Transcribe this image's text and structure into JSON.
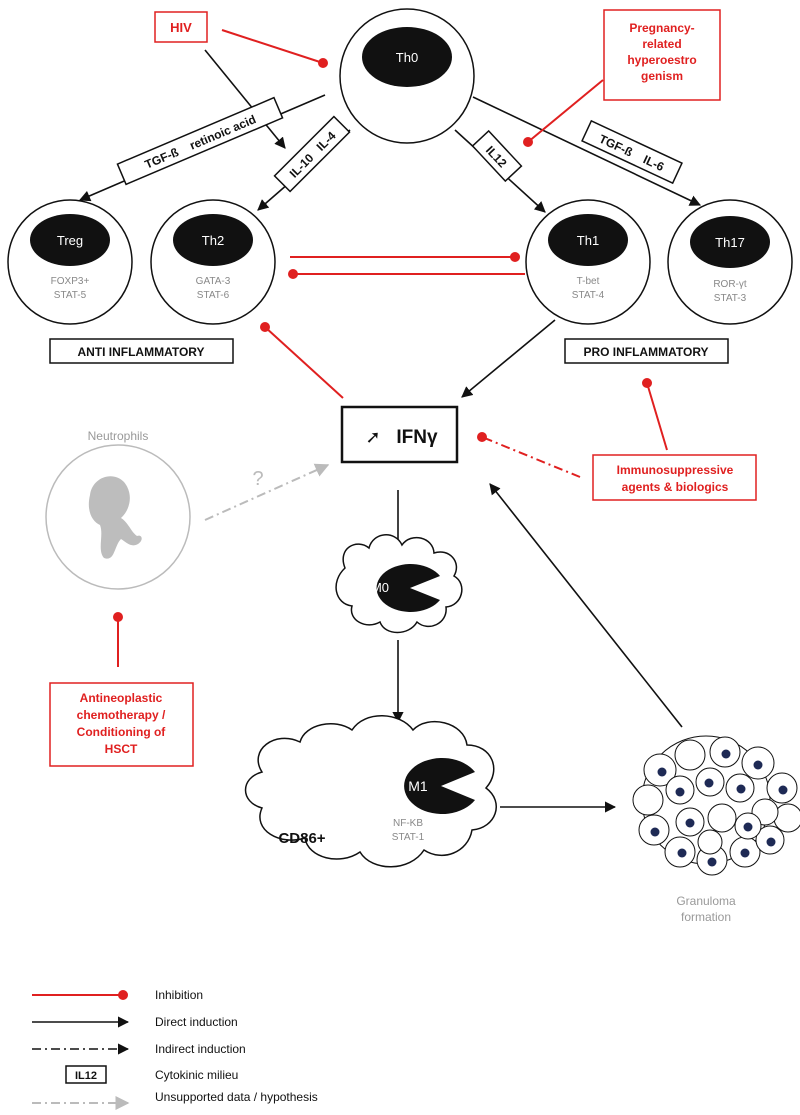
{
  "colors": {
    "red": "#e02020",
    "black": "#111111",
    "gray": "#bbbbbb",
    "gray_text": "#888888"
  },
  "cells": {
    "th0": {
      "name": "Th0"
    },
    "treg": {
      "name": "Treg",
      "line1": "FOXP3+",
      "line2": "STAT-5"
    },
    "th2": {
      "name": "Th2",
      "line1": "GATA-3",
      "line2": "STAT-6"
    },
    "th1": {
      "name": "Th1",
      "line1": "T-bet",
      "line2": "STAT-4"
    },
    "th17": {
      "name": "Th17",
      "line1": "ROR-γt",
      "line2": "STAT-3"
    },
    "neutrophils": {
      "label": "Neutrophils",
      "question": "?"
    },
    "m0": {
      "name": "M0"
    },
    "m1": {
      "name": "M1",
      "line1": "NF-KB",
      "line2": "STAT-1",
      "marker": "CD86+"
    },
    "granuloma": {
      "line1": "Granuloma",
      "line2": "formation"
    }
  },
  "cytokines": {
    "treg": "TGF-ß    retinoic acid",
    "th2": "IL-10   IL-4",
    "th1": "IL12",
    "th17": "TGF-ß    IL-6"
  },
  "labels": {
    "anti": "ANTI INFLAMMATORY",
    "pro": "PRO INFLAMMATORY",
    "ifn": "IFNγ",
    "ifn_arrow": "➚"
  },
  "factors": {
    "hiv": "HIV",
    "pregnancy": [
      "Pregnancy-",
      "related",
      "hyperoestro",
      "genism"
    ],
    "immuno": [
      "Immunosuppressive",
      "agents & biologics"
    ],
    "antineo": [
      "Antineoplastic",
      "chemotherapy /",
      "Conditioning of",
      "HSCT"
    ]
  },
  "legend": {
    "inhibition": "Inhibition",
    "direct": "Direct induction",
    "indirect": "Indirect induction",
    "cytokine_box": "IL12",
    "cytokine": "Cytokinic milieu",
    "unsupported": "Unsupported data / hypothesis"
  }
}
